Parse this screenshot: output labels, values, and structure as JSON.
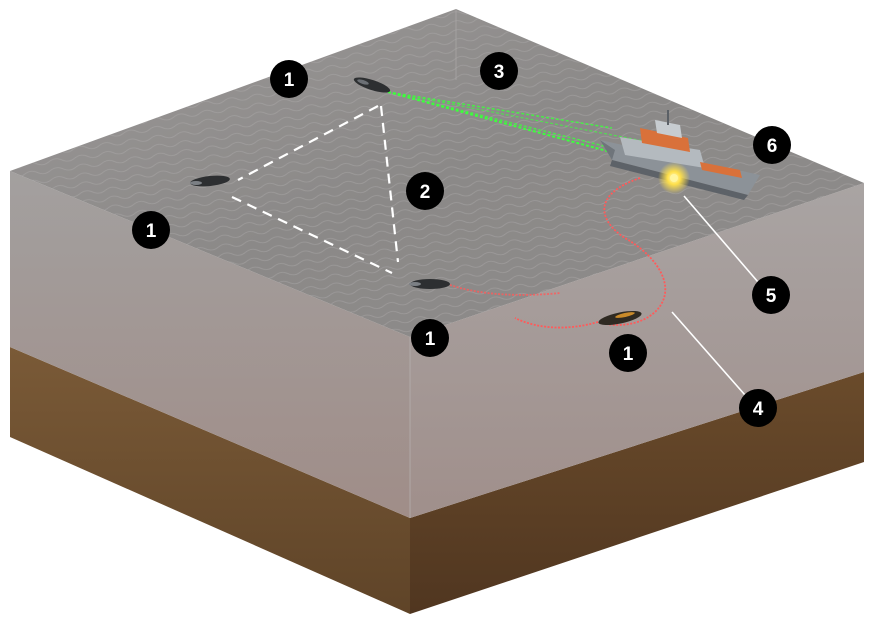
{
  "markers": [
    {
      "id": "auv-top",
      "label": "1"
    },
    {
      "id": "auv-left",
      "label": "1"
    },
    {
      "id": "auv-front",
      "label": "1"
    },
    {
      "id": "auv-deep",
      "label": "1"
    },
    {
      "id": "acoustic-network",
      "label": "2"
    },
    {
      "id": "sea-surface",
      "label": "3"
    },
    {
      "id": "tether-cable",
      "label": "4"
    },
    {
      "id": "docking-point",
      "label": "5"
    },
    {
      "id": "mother-ship",
      "label": "6"
    }
  ],
  "colors": {
    "sea_top": "#8f8c8b",
    "water_left": "#9a9596",
    "water_right": "#a29c9c",
    "seabed_left": "#6e5030",
    "seabed_right": "#5e4225",
    "acoustic_link": "#ffffff",
    "laser_link": "#3cff3c",
    "tether": "#ff5a5a",
    "marker_fill": "#000000",
    "marker_text": "#ffffff",
    "leader_line": "#ffffff",
    "ship_hull": "#9aa0a6",
    "ship_accent": "#d9713a"
  }
}
